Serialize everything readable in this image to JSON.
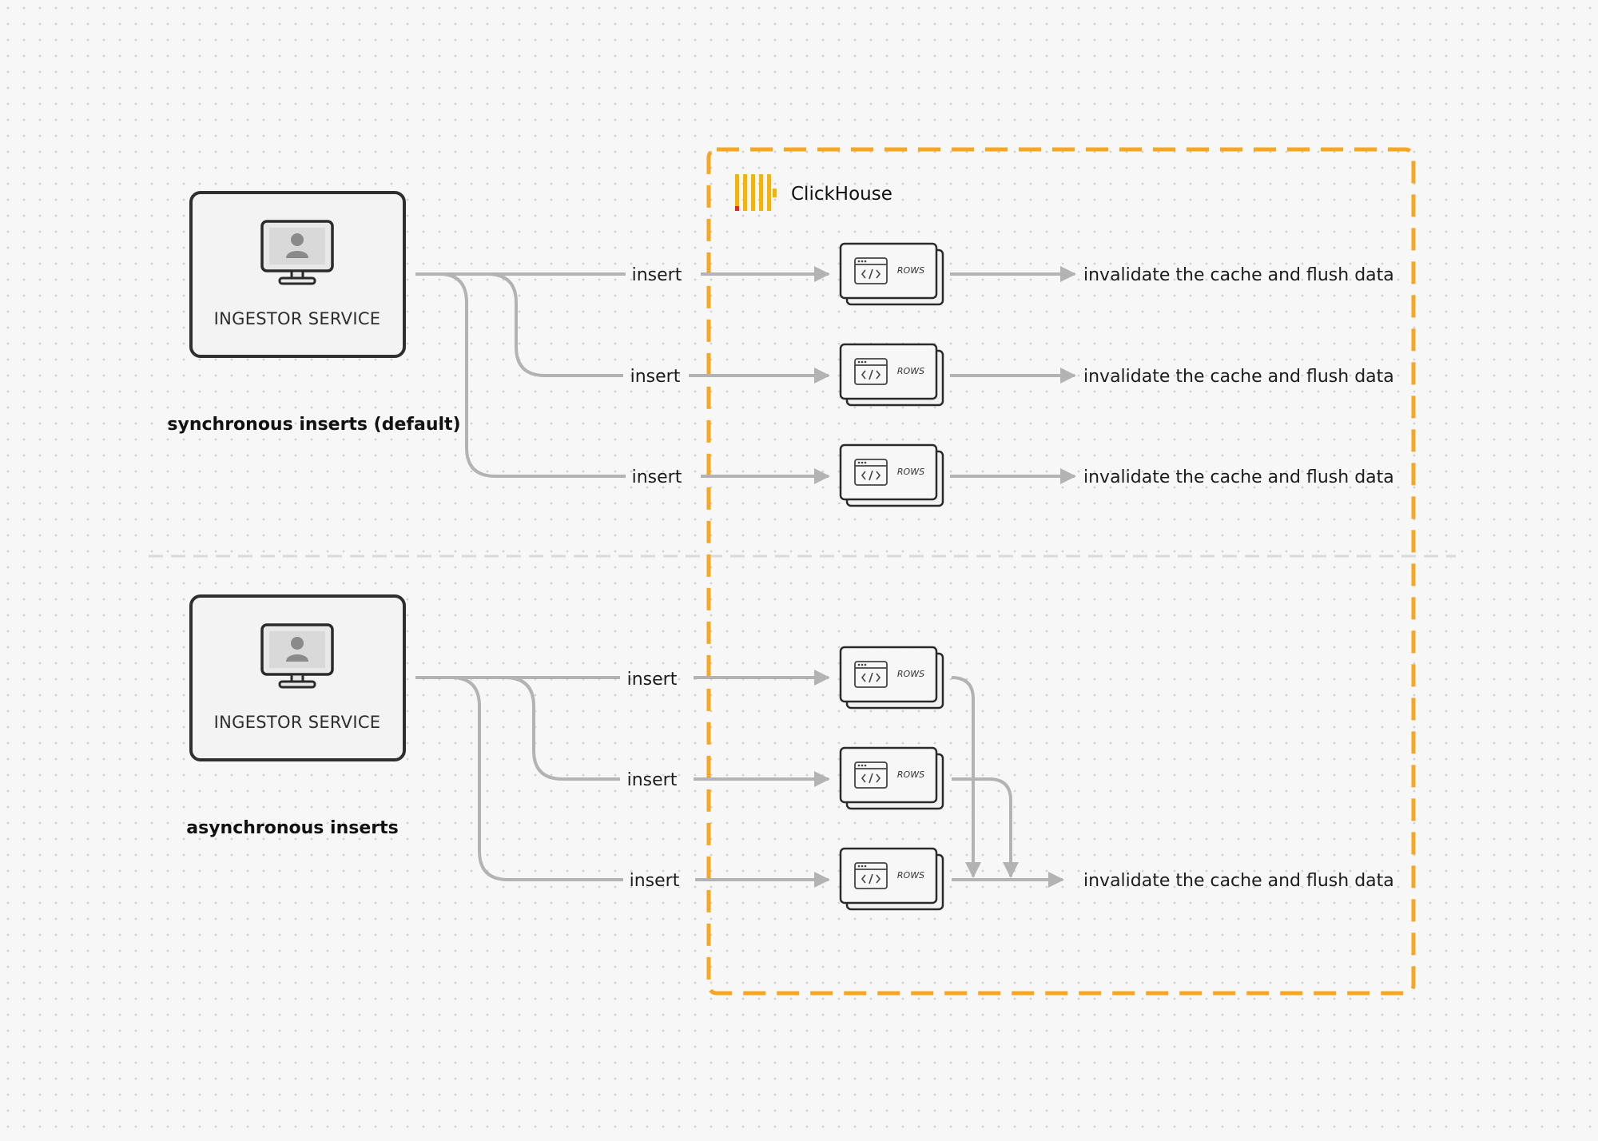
{
  "clickhouse": {
    "brand": "ClickHouse",
    "border_color": "#f5a623",
    "logo_color": "#f5b400",
    "logo_accent": "#e8251a"
  },
  "service_label": "INGESTOR SERVICE",
  "sections": [
    {
      "caption": "synchronous inserts (default)",
      "inserts": [
        "insert",
        "insert",
        "insert"
      ],
      "results": [
        "invalidate the cache and flush data",
        "invalidate the cache and flush data",
        "invalidate the cache and flush data"
      ]
    },
    {
      "caption": "asynchronous inserts",
      "inserts": [
        "insert",
        "insert",
        "insert"
      ],
      "results": [
        "invalidate the cache and flush data"
      ]
    }
  ],
  "rows_label": "ROWS",
  "icons": {
    "service": "monitor-user-icon",
    "rows": "code-window-icon",
    "logo": "clickhouse-logo-icon"
  }
}
